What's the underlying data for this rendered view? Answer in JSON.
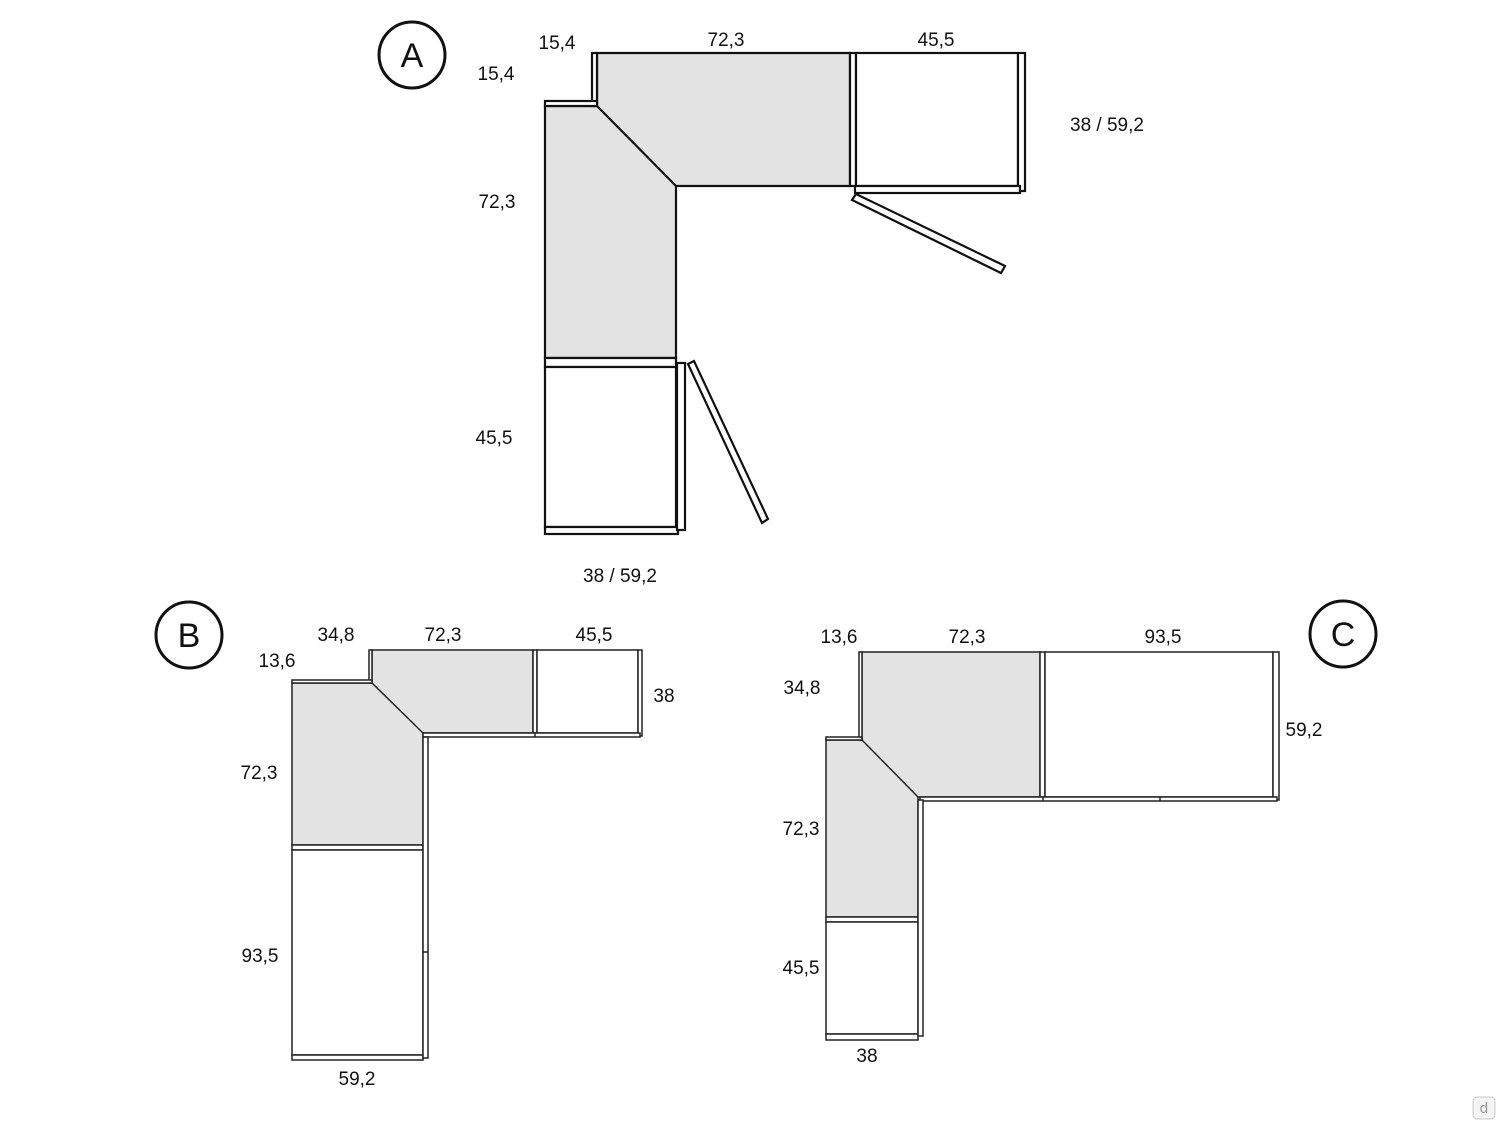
{
  "diagram_a": {
    "badge": "A",
    "top_step_label": "15,4",
    "side_step_label": "15,4",
    "top_corner_width": "72,3",
    "top_end_width": "45,5",
    "top_end_depth": "38 / 59,2",
    "left_corner_width": "72,3",
    "left_end_width": "45,5",
    "left_end_depth": "38 / 59,2"
  },
  "diagram_b": {
    "badge": "B",
    "top_step_label": "34,8",
    "side_step_label": "13,6",
    "top_corner_width": "72,3",
    "top_end_width": "45,5",
    "top_end_depth": "38",
    "left_corner_width": "72,3",
    "left_end_width": "93,5",
    "left_end_depth": "59,2"
  },
  "diagram_c": {
    "badge": "C",
    "top_step_label": "13,6",
    "side_step_label": "34,8",
    "top_corner_width": "72,3",
    "top_end_width": "93,5",
    "top_end_depth": "59,2",
    "left_corner_width": "72,3",
    "left_end_width": "45,5",
    "left_end_depth": "38"
  },
  "logo": {
    "letter": "d"
  },
  "colors": {
    "fill_gray": "#e3e3e3",
    "line": "#111111"
  }
}
